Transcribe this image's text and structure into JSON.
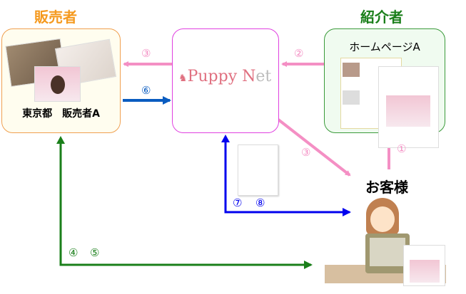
{
  "seller": {
    "heading": "販売者",
    "caption": "東京都　販売者A"
  },
  "platform": {
    "logo_text_1": "Puppy",
    "logo_text_2": "N",
    "logo_text_3": "et"
  },
  "referrer": {
    "heading": "紹介者",
    "caption": "ホームページA"
  },
  "customer": {
    "label": "お客様"
  },
  "steps": {
    "s1": "①",
    "s2": "②",
    "s3a": "③",
    "s3b": "③",
    "s4": "④",
    "s5": "⑤",
    "s6": "⑥",
    "s7": "⑦",
    "s8": "⑧"
  },
  "colors": {
    "pink": "#f48fc4",
    "blue": "#0a5cc0",
    "darkblue": "#0000ee",
    "green": "#1a7f1a",
    "orange": "#f59a1f"
  }
}
